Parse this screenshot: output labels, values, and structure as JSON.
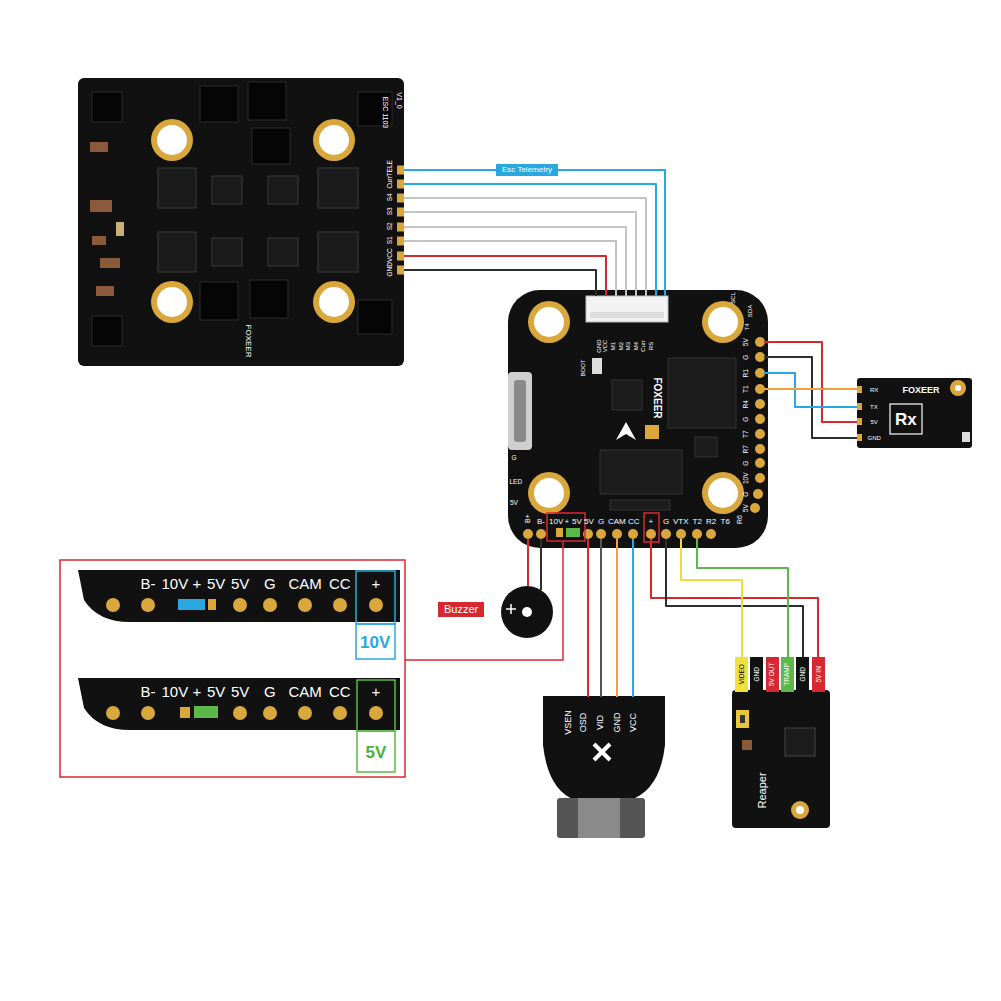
{
  "diagram": {
    "nodes": [
      {
        "text": [
          "V1_0",
          "ESC 1103",
          "FOXEER"
        ]
      },
      {
        "text": [
          "FOXEER"
        ]
      },
      {
        "text": [
          "FOXEER",
          "Rx"
        ]
      },
      {
        "text": [
          "Buzzer"
        ]
      },
      {
        "text": [
          "VSEN",
          "OSD",
          "VID",
          "GND",
          "VCC"
        ]
      },
      {
        "text": [
          "Reaper"
        ]
      }
    ],
    "edges": [
      {
        "from": 0,
        "to": 1,
        "arrow": "none",
        "label": "Esc Telemetry"
      },
      {
        "from": 0,
        "to": 1,
        "arrow": "none"
      },
      {
        "from": 0,
        "to": 1,
        "arrow": "none"
      },
      {
        "from": 0,
        "to": 1,
        "arrow": "none"
      },
      {
        "from": 0,
        "to": 1,
        "arrow": "none"
      },
      {
        "from": 0,
        "to": 1,
        "arrow": "none"
      },
      {
        "from": 0,
        "to": 1,
        "arrow": "none"
      },
      {
        "from": 0,
        "to": 1,
        "arrow": "none"
      },
      {
        "from": 1,
        "to": 2,
        "arrow": "none"
      },
      {
        "from": 1,
        "to": 2,
        "arrow": "none"
      },
      {
        "from": 1,
        "to": 2,
        "arrow": "none"
      },
      {
        "from": 1,
        "to": 2,
        "arrow": "none"
      },
      {
        "from": 1,
        "to": 3,
        "arrow": "none"
      },
      {
        "from": 1,
        "to": 3,
        "arrow": "none"
      },
      {
        "from": 1,
        "to": 4,
        "arrow": "none"
      },
      {
        "from": 1,
        "to": 4,
        "arrow": "none"
      },
      {
        "from": 1,
        "to": 4,
        "arrow": "none"
      },
      {
        "from": 1,
        "to": 4,
        "arrow": "none"
      },
      {
        "from": 1,
        "to": 5,
        "arrow": "none"
      },
      {
        "from": 1,
        "to": 5,
        "arrow": "none"
      },
      {
        "from": 1,
        "to": 5,
        "arrow": "none"
      },
      {
        "from": 1,
        "to": 5,
        "arrow": "none"
      }
    ],
    "labels": [
      "TELE",
      "Curr",
      "S4",
      "S3",
      "S2",
      "S1",
      "VCC",
      "GND",
      "GND",
      "VCC",
      "M1",
      "M2",
      "M3",
      "M4",
      "Curr",
      "RS",
      "BOOT",
      "SCL",
      "SDA",
      "T4",
      "5V",
      "G",
      "R1",
      "T1",
      "R4",
      "G",
      "T7",
      "R7",
      "G",
      "10V",
      "G",
      "5V",
      "G",
      "LED",
      "5V",
      "B+",
      "B-",
      "10V",
      "+",
      "5V",
      "5V",
      "G",
      "CAM",
      "CC",
      "+",
      "G",
      "VTX",
      "T2",
      "R2",
      "T6",
      "R6",
      "RX",
      "TX",
      "5V",
      "GND",
      "VIDEO",
      "GND",
      "5V OUT",
      "TRAMP",
      "GND",
      "5V IN",
      "B-",
      "10V",
      "+",
      "5V",
      "5V",
      "G",
      "CAM",
      "CC",
      "+",
      "10V",
      "B-",
      "10V",
      "+",
      "5V",
      "5V",
      "G",
      "CAM",
      "CC",
      "+",
      "5V"
    ]
  }
}
